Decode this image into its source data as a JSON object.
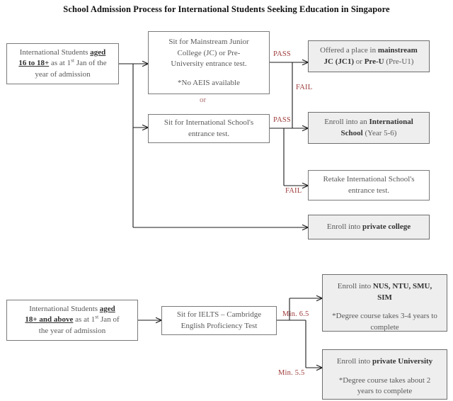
{
  "page": {
    "title": "School Admission Process for International Students Seeking Education in Singapore",
    "accent_label_color": "#9e3a3a",
    "or_color": "#b07070",
    "shaded_box_fill": "#eeeeee",
    "box_border_color": "#7a7a7a",
    "text_color": "#595959"
  },
  "flow_upper": {
    "start_box": {
      "line1_a": "International Students ",
      "line1_b": "aged",
      "line2_b": "16 to 18+",
      "line2_a": " as at 1",
      "line2_sup": "st",
      "line2_c": " Jan of the",
      "line3": "year of admission"
    },
    "jc_test_box": {
      "line1": "Sit for Mainstream Junior",
      "line2": "College (JC) or Pre-",
      "line3": "University entrance test.",
      "note": "*No AEIS available"
    },
    "or_text": "or",
    "intl_test_box": {
      "line1": "Sit for International School's",
      "line2": "entrance test."
    },
    "offered_place_box": {
      "line1_a": "Offered a place in ",
      "line1_b": "mainstream",
      "line2_a": "JC (JC1)",
      "line2_b": " or ",
      "line2_c": "Pre-U",
      "line2_d": " (Pre-U1)"
    },
    "intl_school_box": {
      "line1_a": "Enroll into an ",
      "line1_b": "International",
      "line2_a": "School",
      "line2_b": " (Year 5-6)"
    },
    "retake_box": {
      "line1": "Retake International School's",
      "line2": "entrance test."
    },
    "private_college_box": {
      "line1_a": "Enroll into ",
      "line1_b": "private college"
    },
    "edge_labels": {
      "pass_1": "PASS",
      "fail_1": "FAIL",
      "pass_2": "PASS",
      "fail_2": "FAIL"
    }
  },
  "flow_lower": {
    "start_box": {
      "line1_a": "International Students ",
      "line1_b": "aged",
      "line2_b": "18+ and above",
      "line2_a": " as at 1",
      "line2_sup": "st",
      "line2_c": " Jan of",
      "line3": "the year of admission"
    },
    "ielts_box": {
      "line1": "Sit for IELTS – Cambridge",
      "line2": "English Proficiency Test"
    },
    "public_uni_box": {
      "line1_a": "Enroll into ",
      "line1_b": "NUS, NTU, SMU,",
      "line2_b": "SIM",
      "note1": "*Degree course takes 3-4 years to",
      "note2": "complete"
    },
    "private_uni_box": {
      "line1_a": "Enroll into ",
      "line1_b": "private University",
      "note1": "*Degree course takes about 2",
      "note2": "years to complete"
    },
    "edge_labels": {
      "min_high": "Min. 6.5",
      "min_low": "Min. 5.5"
    }
  }
}
